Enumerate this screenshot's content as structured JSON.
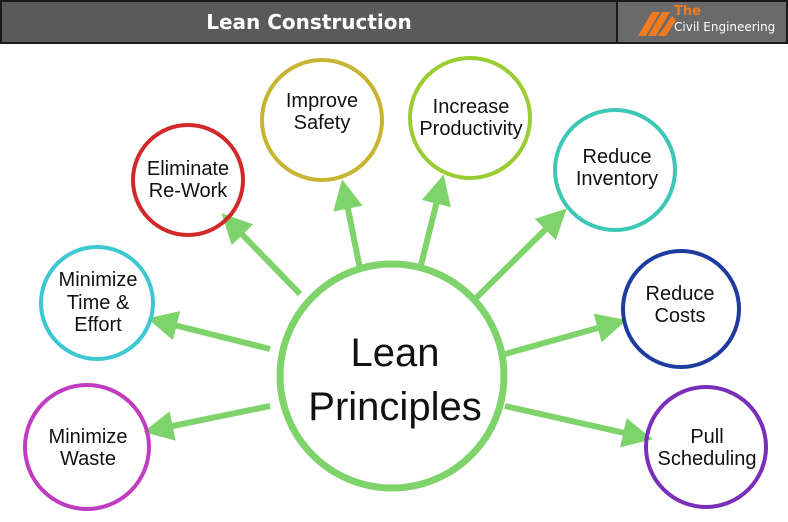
{
  "header": {
    "title": "Lean Construction",
    "logo_line1": "The",
    "logo_line2": "Civil Engineering",
    "logo_icon": "stripes-logo-icon"
  },
  "diagram": {
    "center": {
      "line1": "Lean",
      "line2": "Principles",
      "ring_color": "#7fd36b"
    },
    "arrow_color": "#7fd36b",
    "nodes": [
      {
        "line1": "Improve",
        "line2": "Safety",
        "color": "#c8b430"
      },
      {
        "line1": "Increase",
        "line2": "Productivity",
        "color": "#9acd32"
      },
      {
        "line1": "Reduce",
        "line2": "Inventory",
        "color": "#3cc8b4"
      },
      {
        "line1": "Reduce",
        "line2": "Costs",
        "color": "#1e3ca0"
      },
      {
        "line1": "Pull",
        "line2": "Scheduling",
        "color": "#7a2fb8"
      },
      {
        "line1": "Minimize",
        "line2": "Waste",
        "color": "#c03cc0"
      },
      {
        "line1": "Minimize",
        "line2": "Time &",
        "line3": "Effort",
        "color": "#3cc8d2"
      },
      {
        "line1": "Eliminate",
        "line2": "Re-Work",
        "color": "#d22828"
      }
    ]
  }
}
